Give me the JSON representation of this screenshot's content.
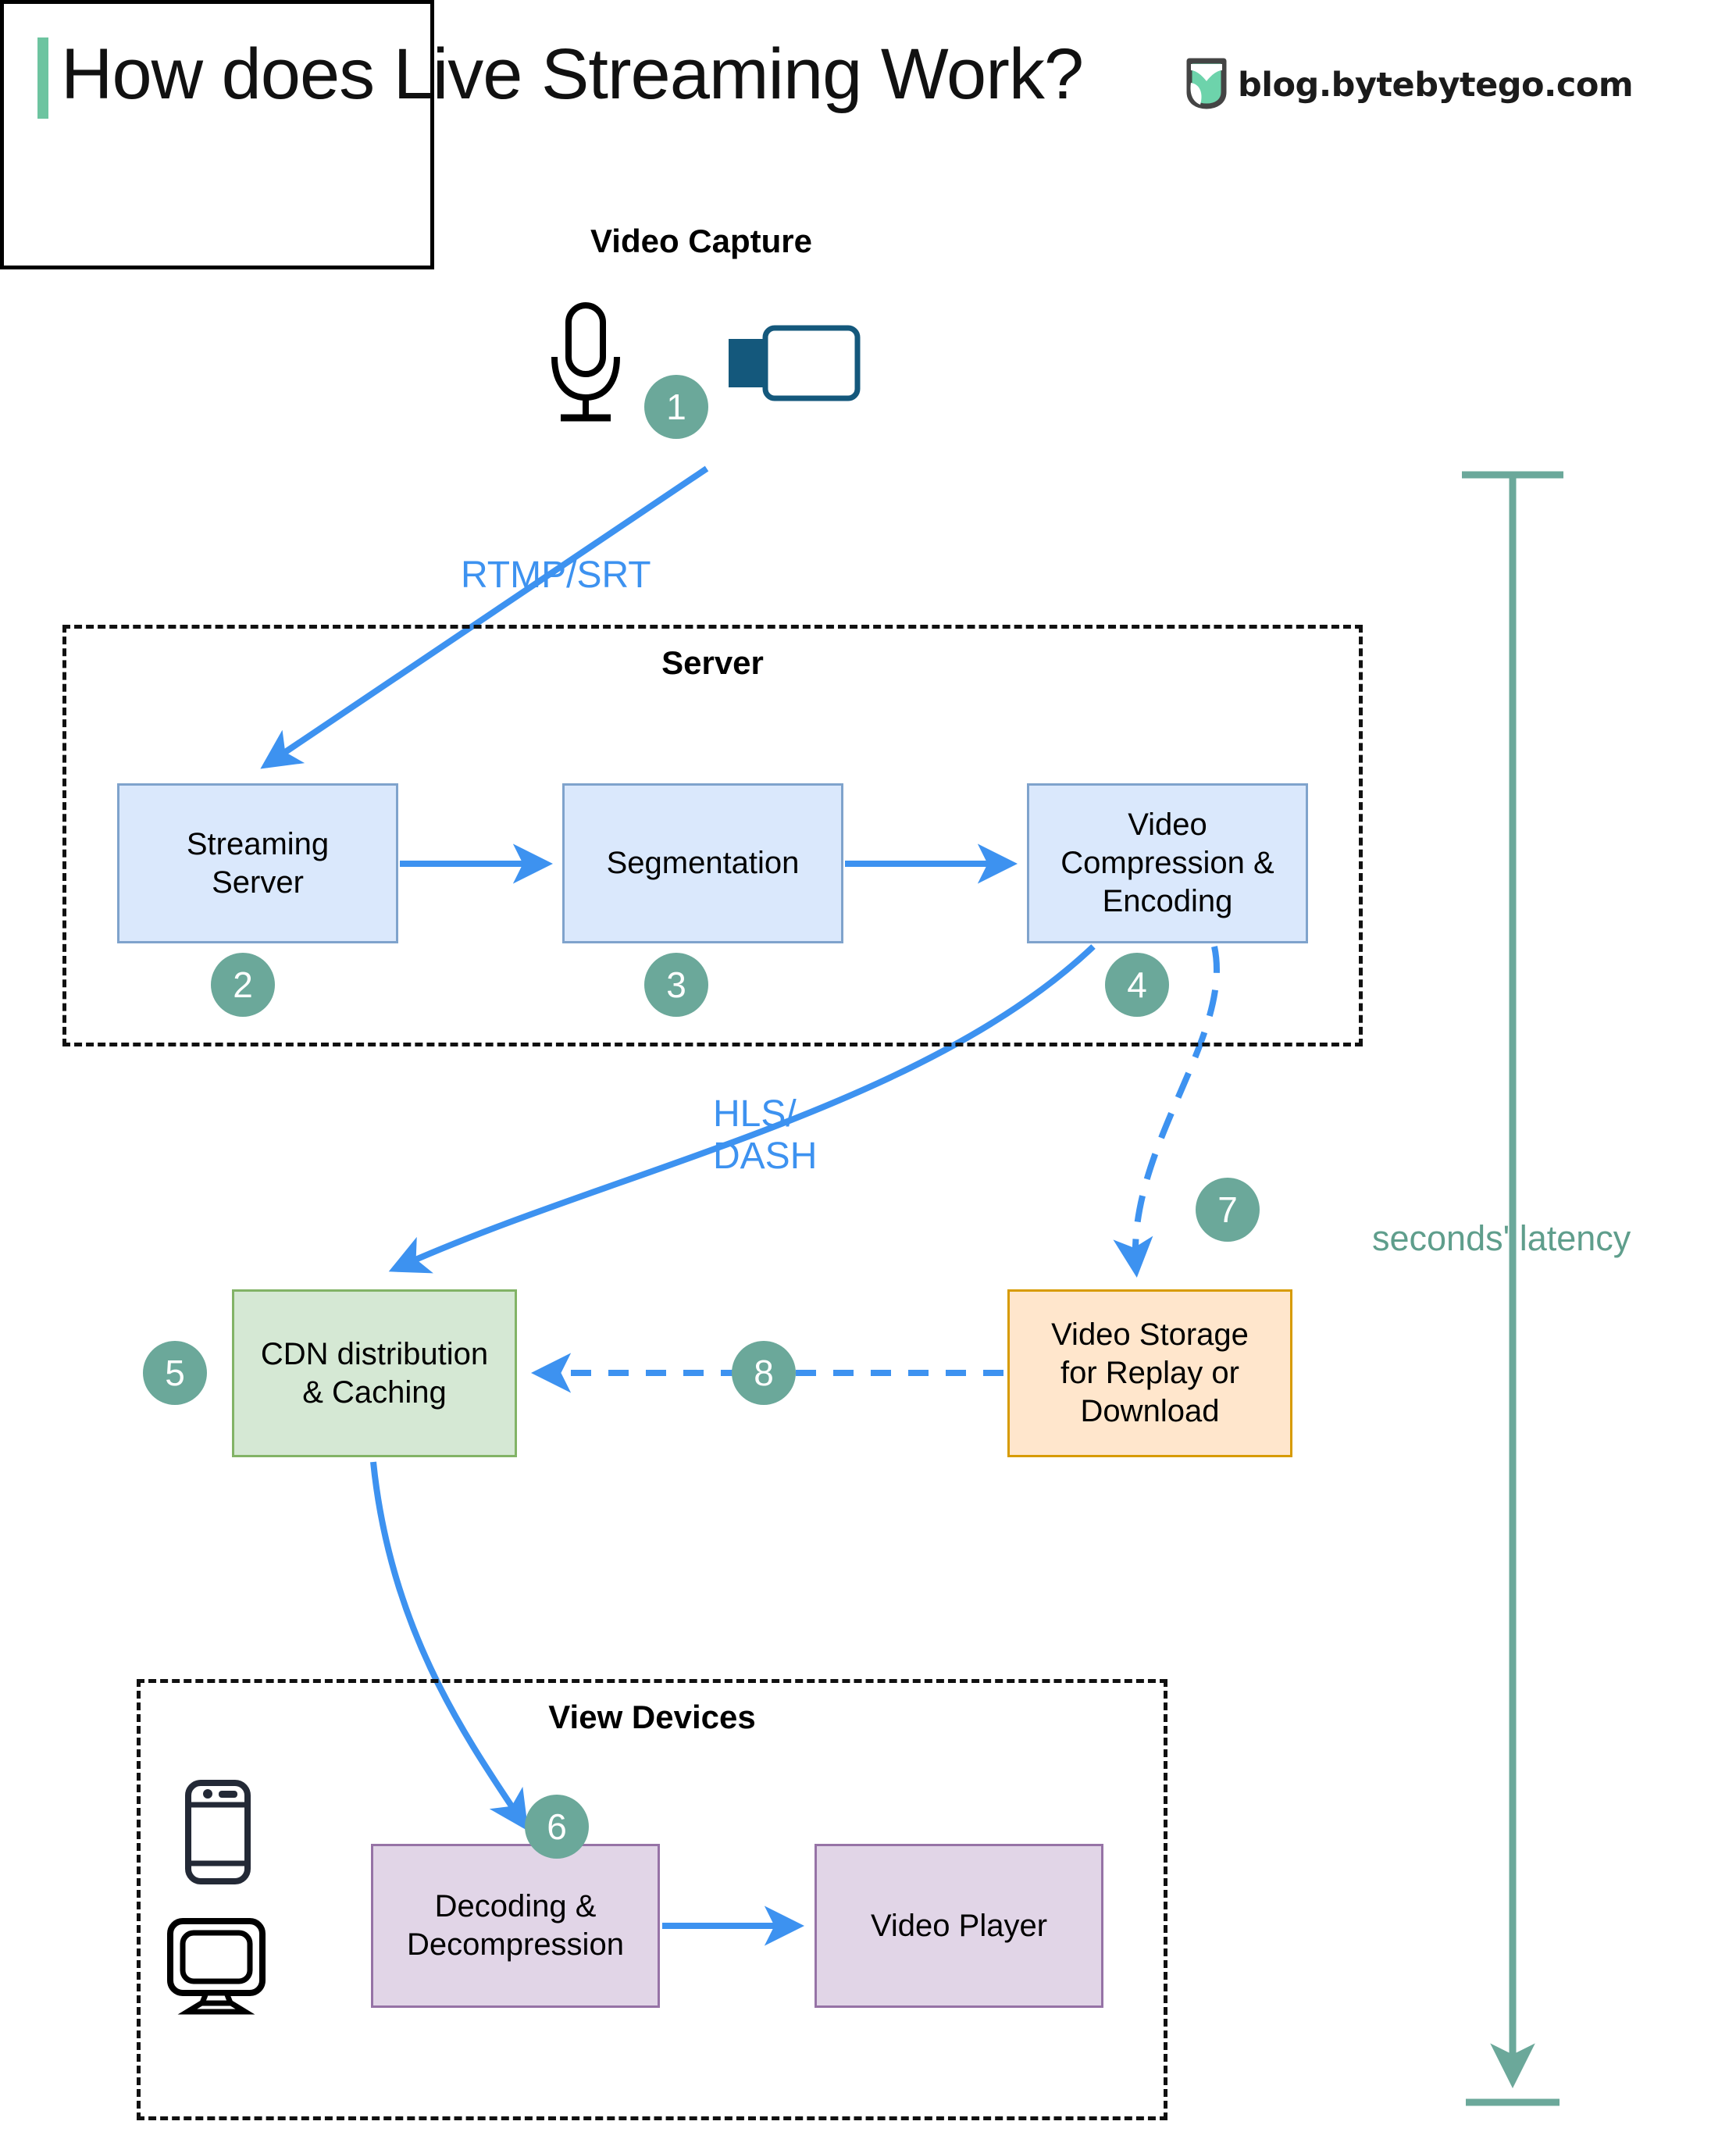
{
  "header": {
    "title": "How does Live Streaming Work?",
    "brand": "blog.bytebytego.com",
    "accent_bar_color": "#6dc4a0",
    "logo_icon": "bytebytego-logo-icon"
  },
  "groups": {
    "capture": {
      "title": "Video Capture"
    },
    "server": {
      "title": "Server"
    },
    "view_devices": {
      "title": "View Devices"
    }
  },
  "nodes": [
    {
      "id": "streaming-server",
      "label": "Streaming\nServer",
      "color": "#dae8fc",
      "border": "#7fa3cc"
    },
    {
      "id": "segmentation",
      "label": "Segmentation",
      "color": "#dae8fc",
      "border": "#7fa3cc"
    },
    {
      "id": "encoding",
      "label": "Video\nCompression &\nEncoding",
      "color": "#dae8fc",
      "border": "#7fa3cc"
    },
    {
      "id": "cdn",
      "label": "CDN distribution\n& Caching",
      "color": "#d5e8d4",
      "border": "#82b366"
    },
    {
      "id": "storage",
      "label": "Video Storage\nfor Replay or\nDownload",
      "color": "#ffe6cc",
      "border": "#d79b00"
    },
    {
      "id": "decoding",
      "label": "Decoding &\nDecompression",
      "color": "#e1d5e7",
      "border": "#9673a6"
    },
    {
      "id": "player",
      "label": "Video Player",
      "color": "#e1d5e7",
      "border": "#9673a6"
    }
  ],
  "badges": [
    {
      "n": "1"
    },
    {
      "n": "2"
    },
    {
      "n": "3"
    },
    {
      "n": "4"
    },
    {
      "n": "5"
    },
    {
      "n": "6"
    },
    {
      "n": "7"
    },
    {
      "n": "8"
    }
  ],
  "edge_labels": {
    "rtmp": "RTMP/SRT",
    "hls": "HLS/\nDASH"
  },
  "annotation": {
    "latency": "seconds' latency",
    "latency_color": "#5f9e8c"
  },
  "icons": {
    "microphone": "microphone-icon",
    "camcorder": "camcorder-icon",
    "phone": "smartphone-icon",
    "monitor": "desktop-monitor-icon"
  },
  "colors": {
    "badge": "#6ba89a",
    "arrow_blue": "#3d92f0",
    "accent_green": "#6dc4a0"
  }
}
